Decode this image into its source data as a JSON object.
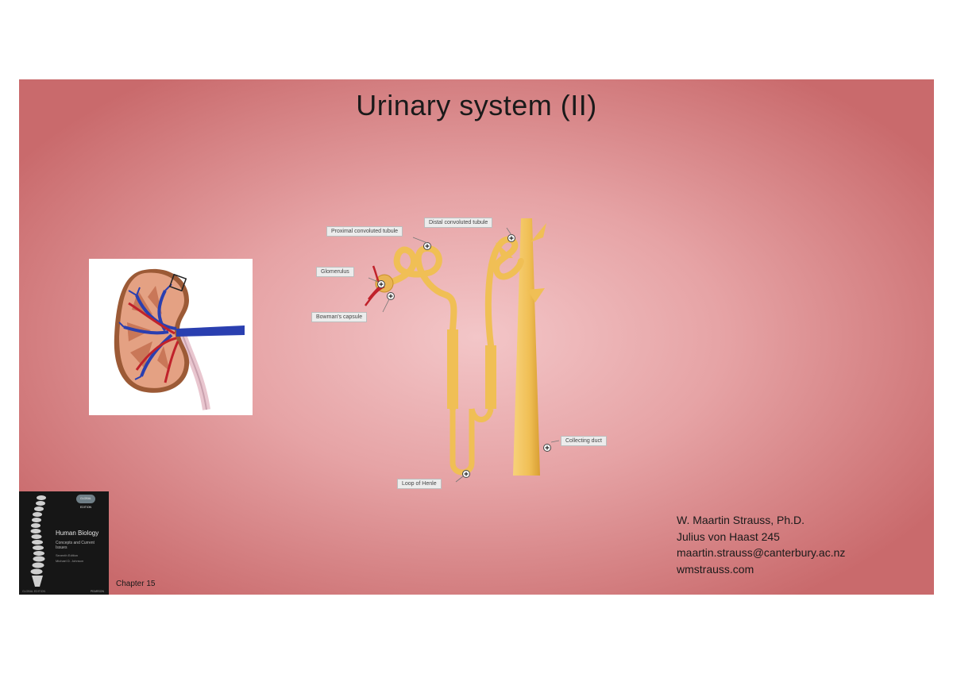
{
  "slide": {
    "title": "Urinary system (II)",
    "background_color": "#e6a3a5"
  },
  "kidney_image": {
    "icon": "kidney-cross-section-illustration"
  },
  "nephron_diagram": {
    "labels": {
      "proximal": "Proximal convoluted tubule",
      "distal": "Distal convoluted tubule",
      "glomerulus": "Glomerulus",
      "bowman": "Bowman's capsule",
      "collecting": "Collecting duct",
      "loop": "Loop of Henle"
    },
    "tubule_color": "#f0bf55"
  },
  "book_cover": {
    "badge": "GLOBAL EDITION",
    "title": "Human Biology",
    "subtitle": "Concepts and Current Issues",
    "edition": "Seventh Edition",
    "author": "Michael D. Johnson",
    "footer": "GLOBAL EDITION",
    "publisher": "PEARSON"
  },
  "chapter": "Chapter 15",
  "contact": {
    "name": "W. Maartin Strauss, Ph.D.",
    "office": "Julius von Haast 245",
    "email": "maartin.strauss@canterbury.ac.nz",
    "website": "wmstrauss.com"
  }
}
